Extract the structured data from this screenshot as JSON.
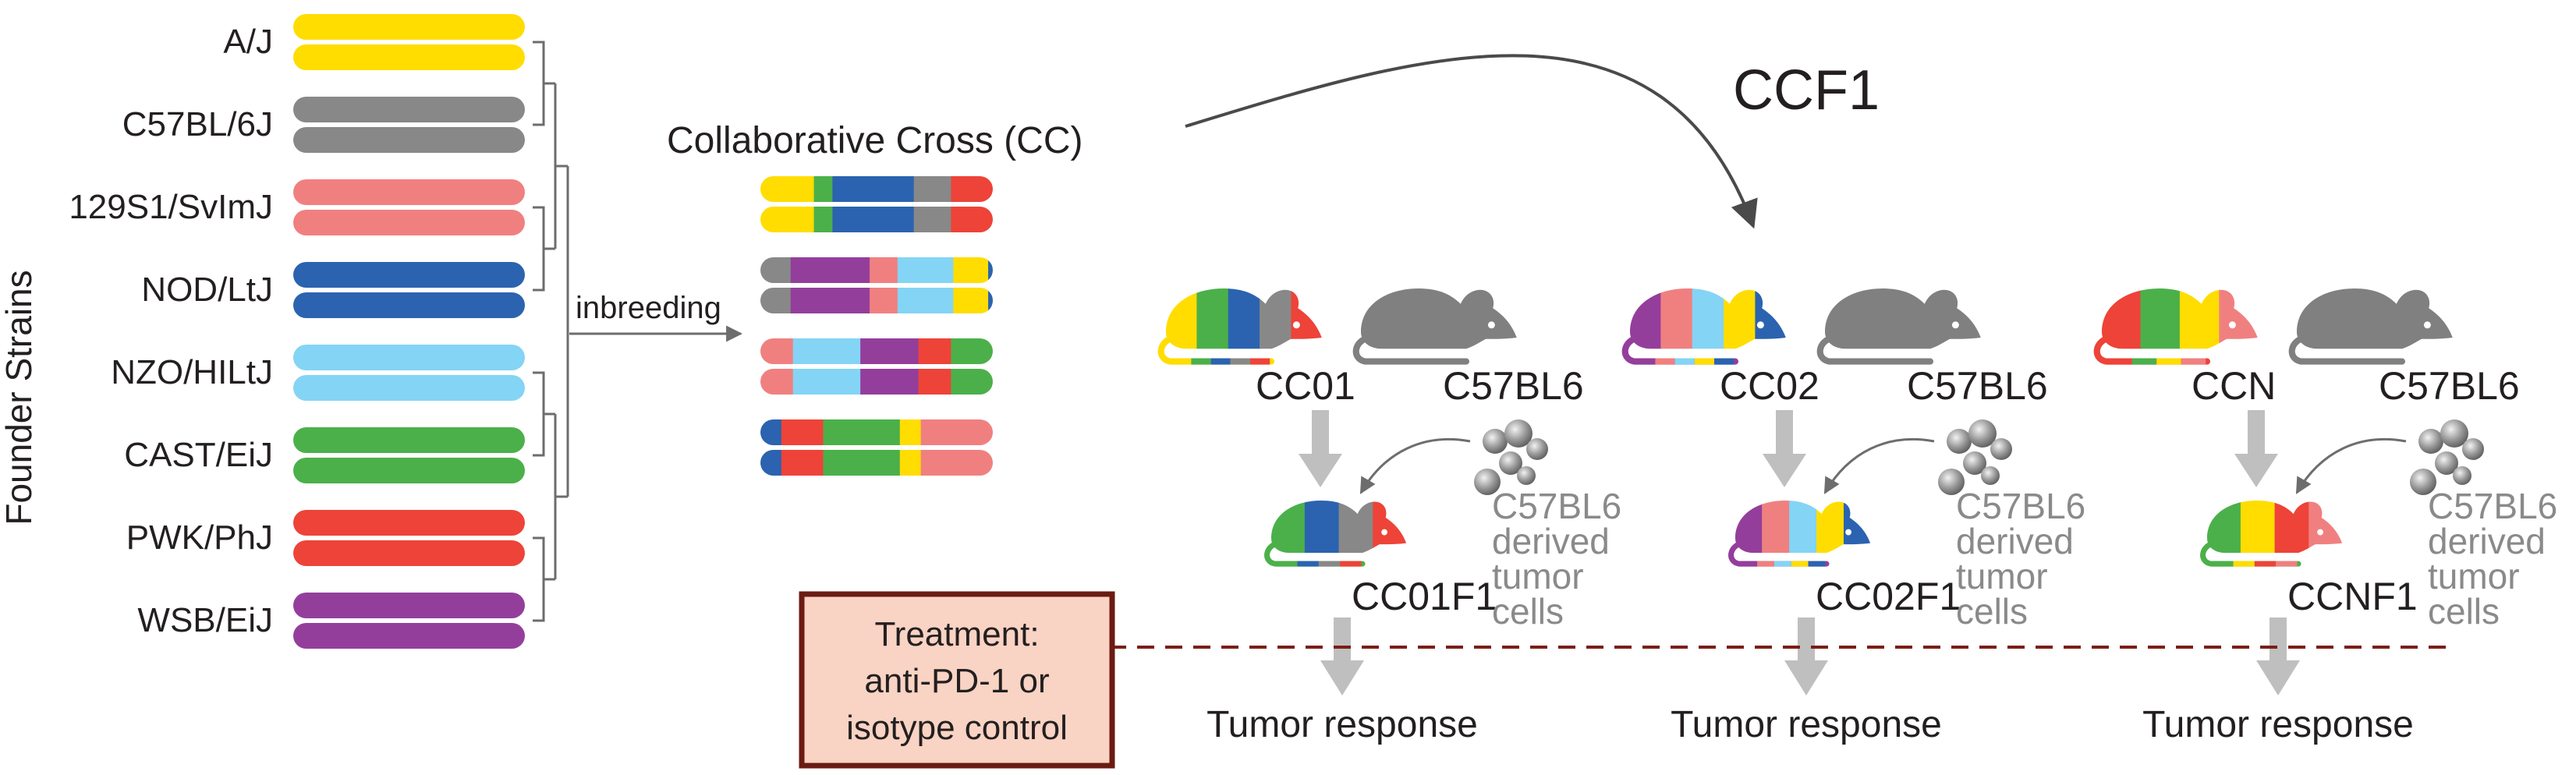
{
  "colors": {
    "aj": "#FFDD00",
    "b6": "#888888",
    "s129": "#F08080",
    "nod": "#2B63B0",
    "nzo": "#84D4F5",
    "cast": "#4BB04A",
    "pwk": "#EE4338",
    "wsb": "#943E9C",
    "mouse_gray": "#808080",
    "arrow_gray": "#BFBFBF",
    "treatment_fill": "#F9D3C3",
    "treatment_border": "#6B1B14",
    "dashed_line": "#7A1F17"
  },
  "founders": {
    "axis_label": "Founder Strains",
    "strains": [
      {
        "label": "A/J",
        "color_key": "aj"
      },
      {
        "label": "C57BL/6J",
        "color_key": "b6"
      },
      {
        "label": "129S1/SvImJ",
        "color_key": "s129"
      },
      {
        "label": "NOD/LtJ",
        "color_key": "nod"
      },
      {
        "label": "NZO/HILtJ",
        "color_key": "nzo"
      },
      {
        "label": "CAST/EiJ",
        "color_key": "cast"
      },
      {
        "label": "PWK/PhJ",
        "color_key": "pwk"
      },
      {
        "label": "WSB/EiJ",
        "color_key": "wsb"
      }
    ]
  },
  "inbreeding_label": "inbreeding",
  "cc": {
    "title": "Collaborative Cross (CC)",
    "lines": [
      {
        "segments": [
          [
            "aj",
            0.23
          ],
          [
            "cast",
            0.08
          ],
          [
            "nod",
            0.35
          ],
          [
            "b6",
            0.16
          ],
          [
            "pwk",
            0.18
          ]
        ]
      },
      {
        "segments": [
          [
            "b6",
            0.13
          ],
          [
            "wsb",
            0.34
          ],
          [
            "s129",
            0.12
          ],
          [
            "nzo",
            0.24
          ],
          [
            "aj",
            0.15
          ],
          [
            "nod",
            0.02
          ]
        ]
      },
      {
        "segments": [
          [
            "s129",
            0.14
          ],
          [
            "nzo",
            0.29
          ],
          [
            "wsb",
            0.25
          ],
          [
            "pwk",
            0.14
          ],
          [
            "cast",
            0.18
          ]
        ]
      },
      {
        "segments": [
          [
            "nod",
            0.09
          ],
          [
            "pwk",
            0.18
          ],
          [
            "cast",
            0.33
          ],
          [
            "aj",
            0.09
          ],
          [
            "s129",
            0.31
          ]
        ]
      }
    ]
  },
  "ccf1_label": "CCF1",
  "crosses": [
    {
      "cc_label": "CC01",
      "partner_label": "C57BL6",
      "f1_label": "CC01F1",
      "tumor_label": [
        "C57BL6",
        "derived",
        "tumor",
        "cells"
      ],
      "response_label": "Tumor response",
      "cc_colors": [
        "aj",
        "cast",
        "nod",
        "b6",
        "pwk"
      ],
      "f1_colors": [
        "cast",
        "nod",
        "b6",
        "pwk"
      ]
    },
    {
      "cc_label": "CC02",
      "partner_label": "C57BL6",
      "f1_label": "CC02F1",
      "tumor_label": [
        "C57BL6",
        "derived",
        "tumor",
        "cells"
      ],
      "response_label": "Tumor response",
      "cc_colors": [
        "wsb",
        "s129",
        "nzo",
        "aj",
        "nod"
      ],
      "f1_colors": [
        "wsb",
        "s129",
        "nzo",
        "aj",
        "nod"
      ]
    },
    {
      "cc_label": "CCN",
      "partner_label": "C57BL6",
      "f1_label": "CCNF1",
      "tumor_label": [
        "C57BL6",
        "derived",
        "tumor",
        "cells"
      ],
      "response_label": "Tumor response",
      "cc_colors": [
        "pwk",
        "cast",
        "aj",
        "s129"
      ],
      "f1_colors": [
        "cast",
        "aj",
        "pwk",
        "s129"
      ]
    }
  ],
  "treatment": {
    "lines": [
      "Treatment:",
      "anti-PD-1 or",
      "isotype control"
    ]
  }
}
